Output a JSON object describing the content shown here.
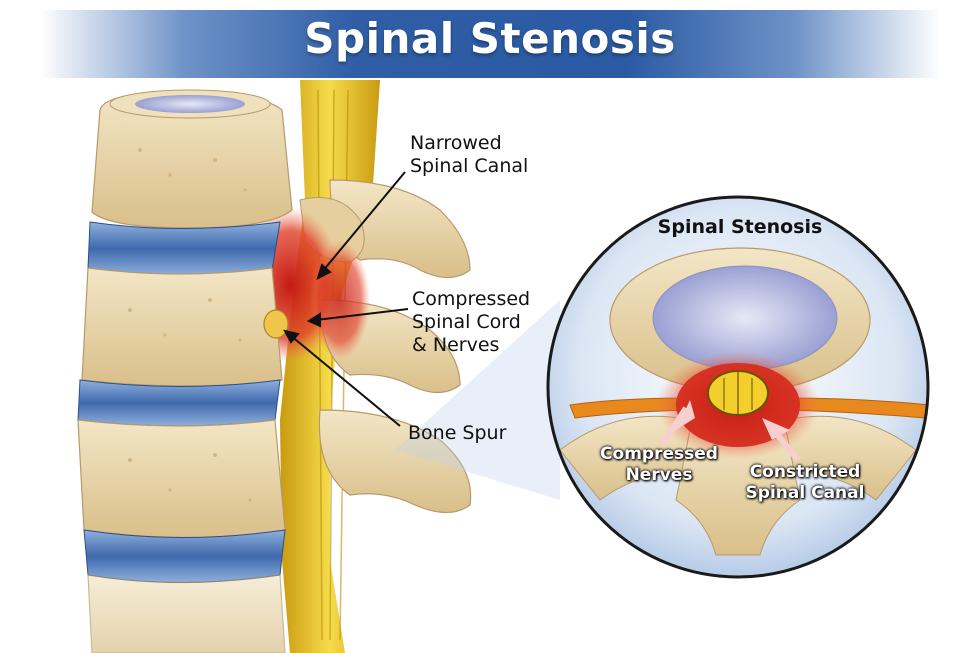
{
  "title": "Spinal Stenosis",
  "labels": {
    "narrowed_canal": [
      "Narrowed",
      "Spinal Canal"
    ],
    "compressed_cord": [
      "Compressed",
      "Spinal Cord",
      "& Nerves"
    ],
    "bone_spur": "Bone Spur"
  },
  "inset": {
    "title": "Spinal Stenosis",
    "compressed_nerves": [
      "Compressed",
      "Nerves"
    ],
    "constricted_canal": [
      "Constricted",
      "Spinal Canal"
    ]
  },
  "colors": {
    "banner": "#2f5ea6",
    "bone": "#ead7ad",
    "disc": "#4f79b8",
    "cord": "#e8c21c",
    "inflammation": "#d7261c",
    "nerve": "#e8891e"
  }
}
